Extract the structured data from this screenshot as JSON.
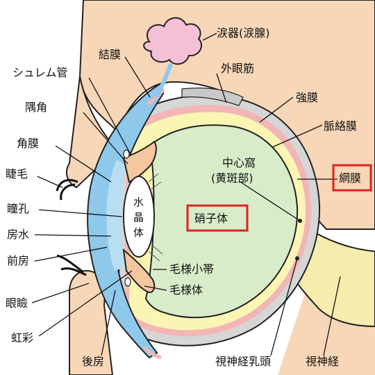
{
  "diagram": {
    "labels": {
      "lacrimal_gland": "涙器(涙腺)",
      "conjunctiva": "結膜",
      "schlemm_canal": "シュレム管",
      "extraocular_muscle": "外眼筋",
      "angle": "隅角",
      "sclera": "強膜",
      "cornea": "角膜",
      "choroid": "脈絡膜",
      "fovea_line1": "中心窩",
      "fovea_line2": "(黄斑部)",
      "eyelash": "睫毛",
      "retina": "網膜",
      "pupil": "瞳孔",
      "lens_1": "水",
      "lens_2": "晶",
      "lens_3": "体",
      "vitreous": "硝子体",
      "aqueous": "房水",
      "anterior_chamber": "前房",
      "zonule": "毛様小帯",
      "eyelid": "眼瞼",
      "ciliary_body": "毛様体",
      "iris": "虹彩",
      "posterior_chamber": "後房",
      "optic_disc": "視神経乳頭",
      "optic_nerve": "視神経"
    },
    "highlighted": [
      "retina",
      "vitreous"
    ],
    "colors": {
      "skin": "#f7d7b8",
      "cornea_blue": "#8ec8ea",
      "sclera_gray": "#d6d6d6",
      "choroid_pink": "#f2b6b6",
      "retina_yellow": "#fbf5b4",
      "vitreous_green": "#d8ecc9",
      "ciliary_orange": "#f4c79f",
      "lens_white": "#ffffff",
      "gland_pink": "#f4c0d6",
      "optic_nerve_yellow": "#f6ecae",
      "highlight_red": "#e02020"
    }
  }
}
